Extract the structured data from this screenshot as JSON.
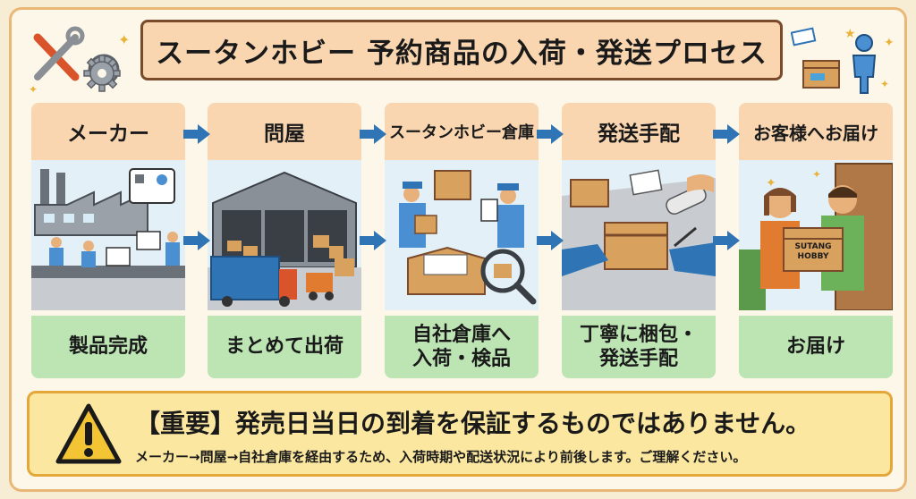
{
  "title": "スータンホビー 予約商品の入荷・発送プロセス",
  "steps": [
    {
      "header": "メーカー",
      "footer": "製品完成"
    },
    {
      "header": "問屋",
      "footer": "まとめて出荷"
    },
    {
      "header": "スータンホビー倉庫",
      "footer": "自社倉庫へ\n入荷・検品"
    },
    {
      "header": "発送手配",
      "footer": "丁寧に梱包・\n発送手配"
    },
    {
      "header": "お客様へお届け",
      "footer": "お届け"
    }
  ],
  "box_label": "SUTANG\nHOBBY",
  "notice": {
    "headline": "【重要】発売日当日の到着を保証するものではありません。",
    "detail": "メーカー→問屋→自社倉庫を経由するため、入荷時期や配送状況により前後します。ご理解ください。"
  },
  "colors": {
    "header_bg": "#fad6b0",
    "footer_bg": "#bde5b4",
    "arrow": "#2f74b5",
    "notice_bg": "#fbe7a0"
  }
}
